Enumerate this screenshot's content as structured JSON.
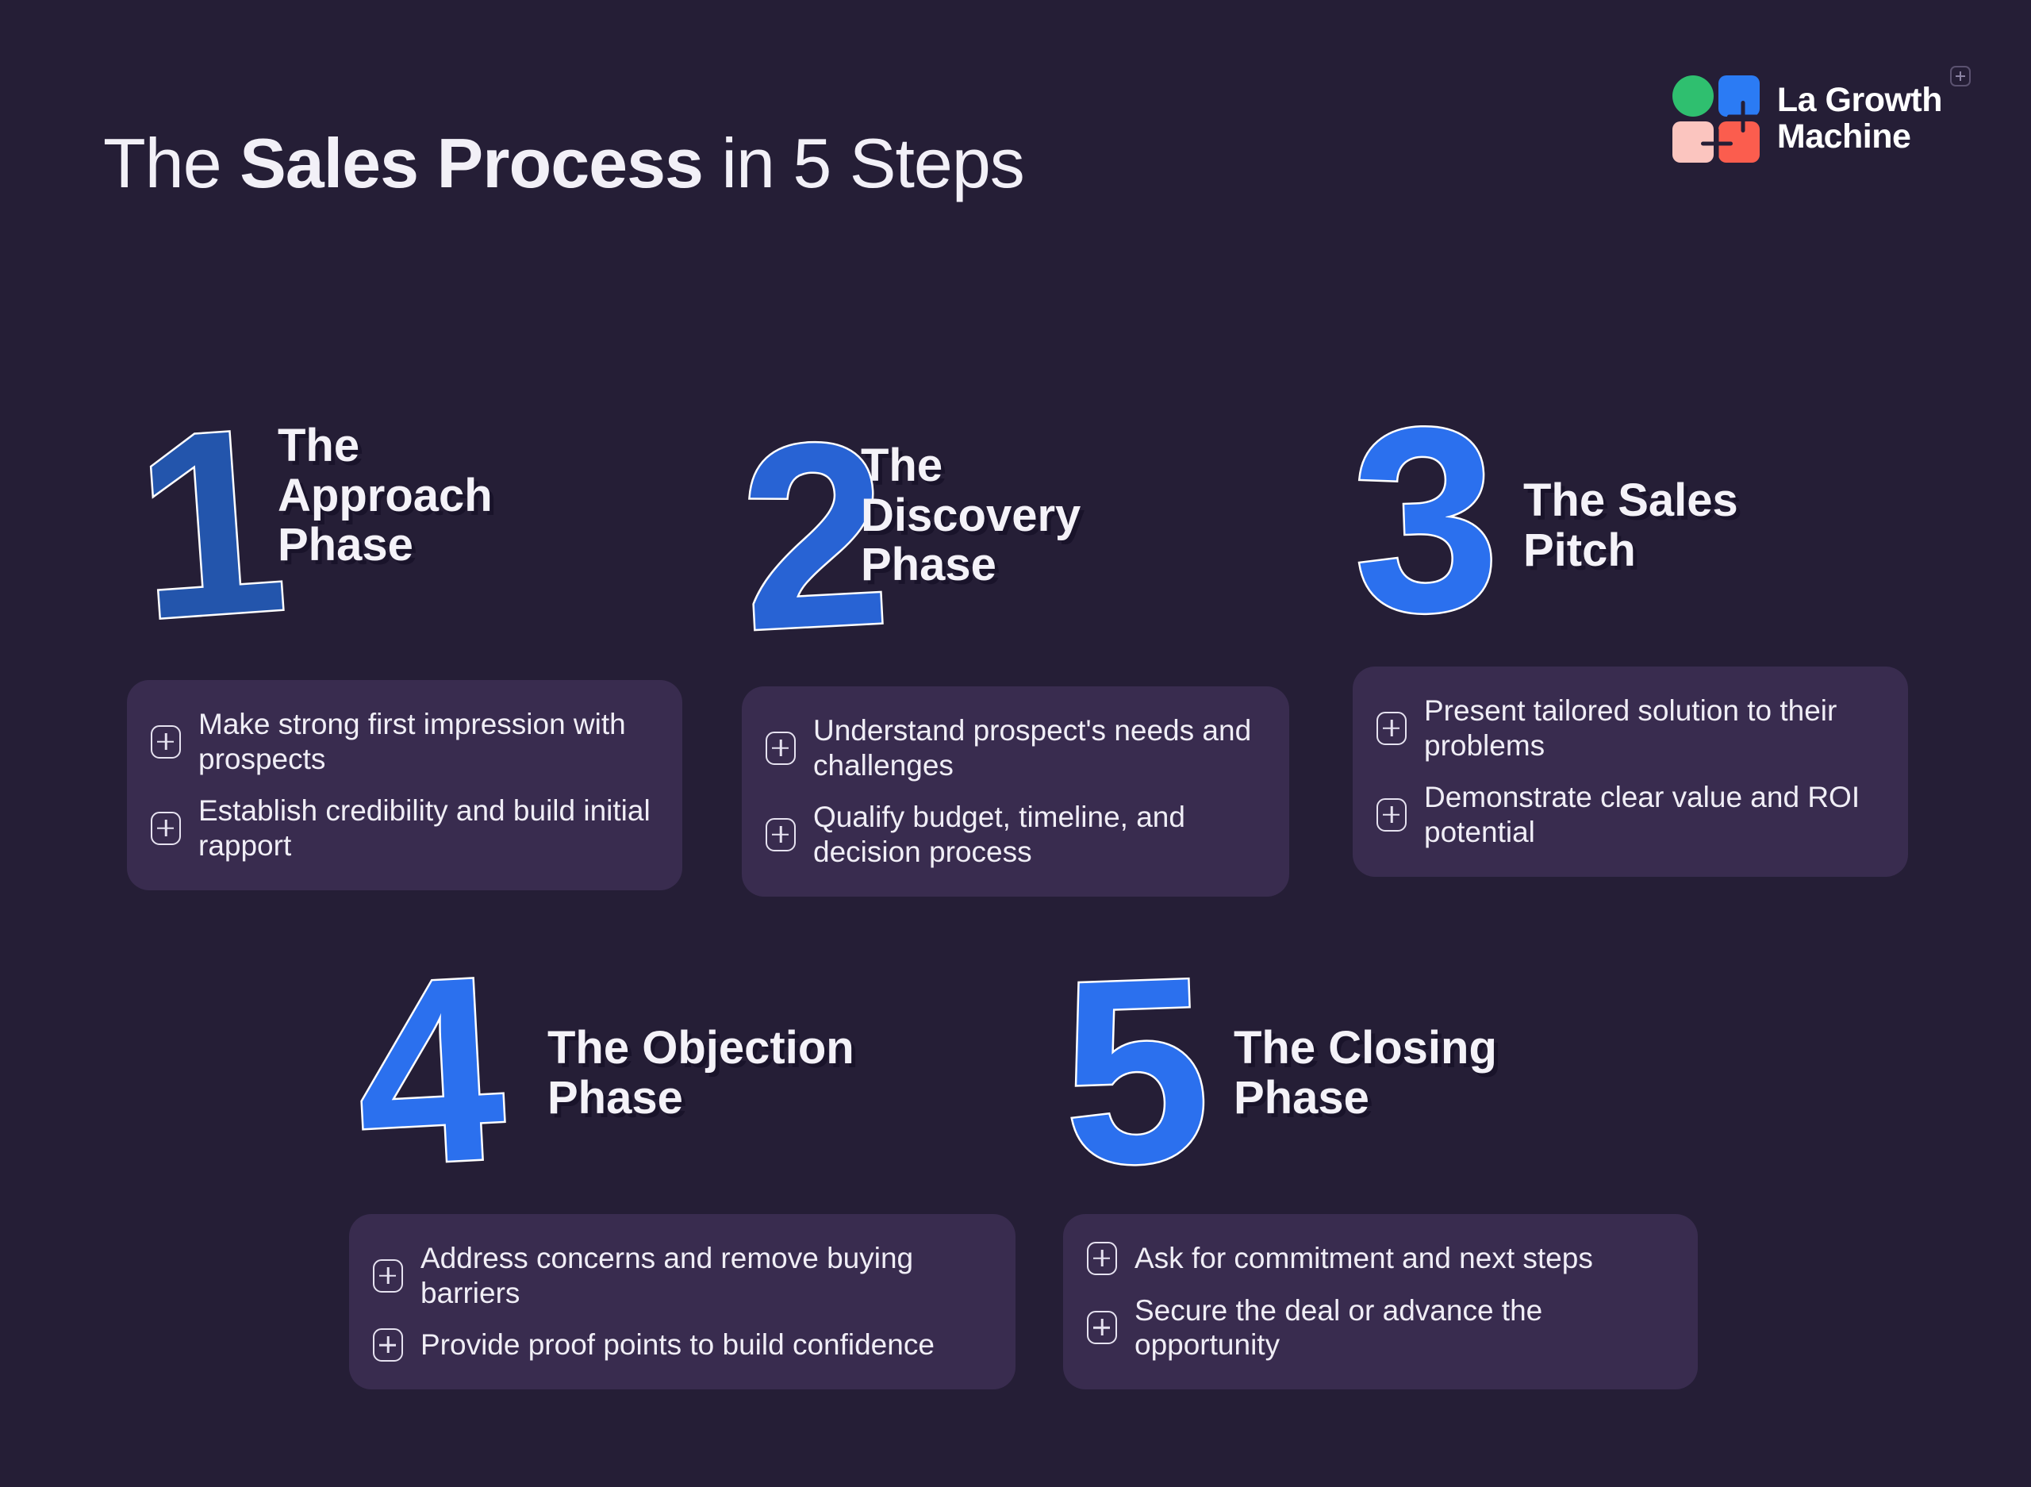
{
  "header": {
    "title_prefix": "The ",
    "title_bold": "Sales Process",
    "title_suffix": " in 5 Steps",
    "logo": {
      "line1": "La Growth",
      "line2": "Machine",
      "colors": {
        "green": "#2FBF6F",
        "blue": "#2B7BF4",
        "pink": "#FBC5BF",
        "red": "#FB5D4E"
      }
    }
  },
  "colors": {
    "background": "#251E36",
    "card_background": "#392C4F",
    "number_blue_dark": "#2355AC",
    "number_blue_mid": "#2863D4",
    "number_blue_bright": "#2B70EE",
    "text": "#F0EEF6",
    "title_shadow": "#19132A"
  },
  "steps": [
    {
      "number": "1",
      "title": "The\nApproach\nPhase",
      "number_color": "#2355AC",
      "bullets": [
        "Make strong first impression with prospects",
        "Establish credibility and build initial rapport"
      ]
    },
    {
      "number": "2",
      "title": "The\nDiscovery\nPhase",
      "number_color": "#2863D4",
      "bullets": [
        "Understand prospect's needs and challenges",
        "Qualify budget, timeline, and decision process"
      ]
    },
    {
      "number": "3",
      "title": "The Sales\nPitch",
      "number_color": "#2B70EE",
      "bullets": [
        "Present tailored solution to their problems",
        "Demonstrate clear value and ROI potential"
      ]
    },
    {
      "number": "4",
      "title": "The Objection\nPhase",
      "number_color": "#2B70EE",
      "bullets": [
        "Address concerns and remove buying barriers",
        "Provide proof points to build confidence"
      ]
    },
    {
      "number": "5",
      "title": "The Closing\nPhase",
      "number_color": "#2B70EE",
      "bullets": [
        "Ask for commitment and next steps",
        "Secure the deal or advance the opportunity"
      ]
    }
  ]
}
